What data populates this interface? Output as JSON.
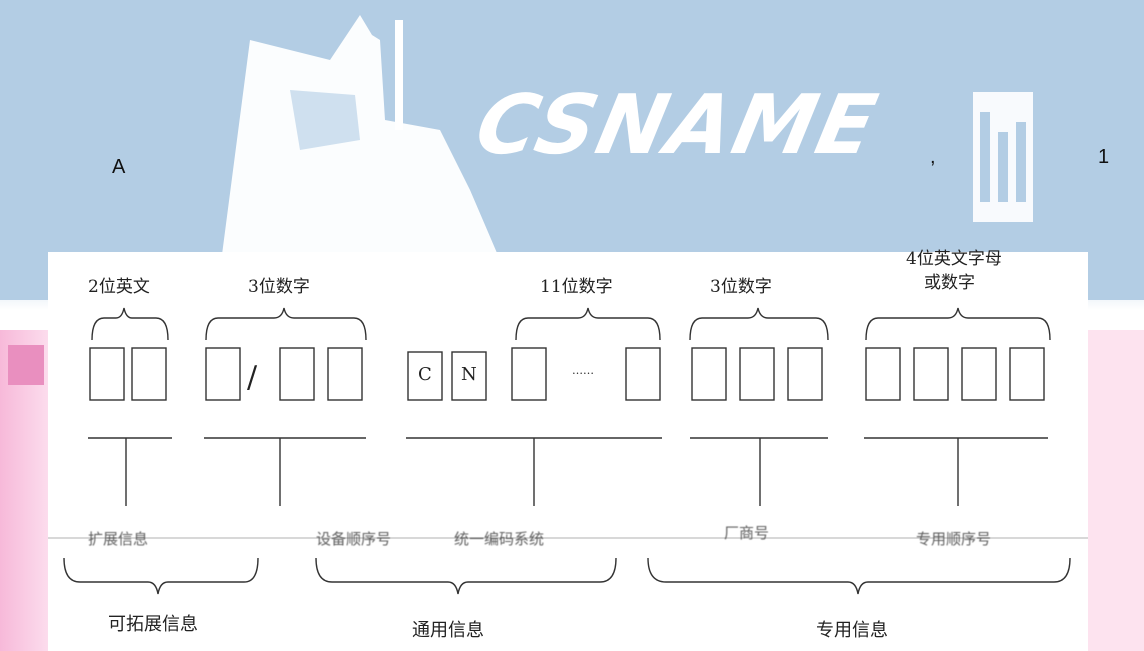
{
  "watermark": {
    "brand": "CSNAME",
    "colors": {
      "band": "#b3cde4",
      "pink": "#f7b9d9"
    }
  },
  "corner": {
    "left": "A",
    "comma": ",",
    "right": "1"
  },
  "diagram": {
    "top_labels": {
      "g1": "2位英文",
      "g2": "3位数字",
      "g3": "11位数字",
      "g4": "3位数字",
      "g5_line1": "4位英文字母",
      "g5_line2": "或数字"
    },
    "box_text": {
      "slash": "/",
      "c": "C",
      "n": "N",
      "dots": "……"
    },
    "garbled_labels": {
      "l1": "扩展信息",
      "l2": "设备顺序号",
      "l3": "统一编码系统",
      "l4": "厂商号",
      "l5": "专用顺序号"
    },
    "group_labels": {
      "extensible": "可拓展信息",
      "general": "通用信息",
      "dedicated": "专用信息"
    }
  }
}
